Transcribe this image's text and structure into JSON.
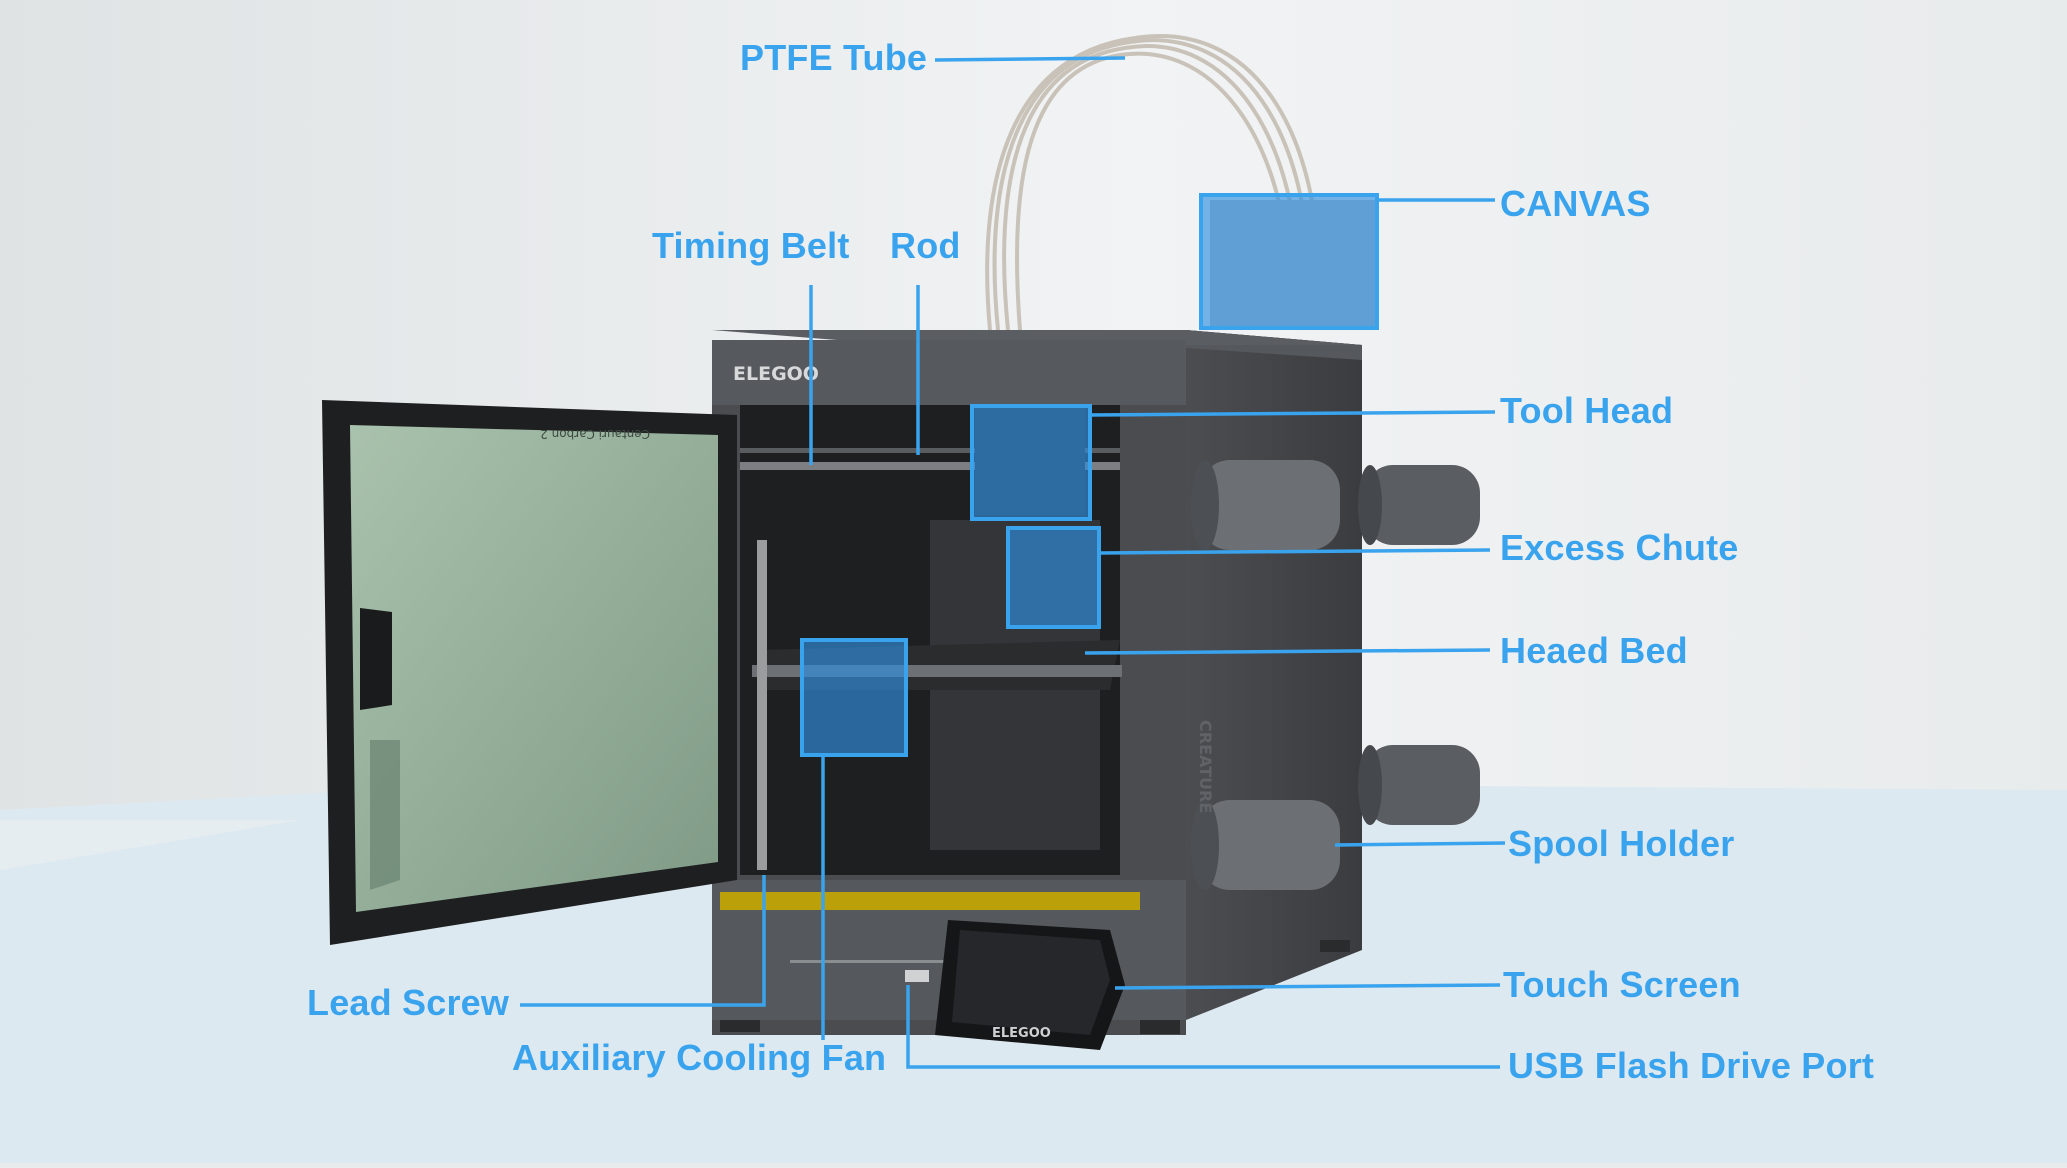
{
  "colors": {
    "callout": "#3aa3ee",
    "highlight_fill": "#2f8fe0",
    "printer_body": "#4a4c50",
    "background": "#e9eced",
    "table": "#d9e6ee"
  },
  "brand": {
    "front_logo": "ELEGOO",
    "screen_logo": "ELEGOO",
    "door_text": "Centauri Carbon 2",
    "side_text": "CREATURE"
  },
  "labels": {
    "ptfe_tube": "PTFE Tube",
    "canvas": "CANVAS",
    "timing_belt": "Timing Belt",
    "rod": "Rod",
    "tool_head": "Tool Head",
    "excess_chute": "Excess Chute",
    "heated_bed": "Heaed Bed",
    "spool_holder": "Spool Holder",
    "touch_screen": "Touch Screen",
    "usb_port": "USB Flash Drive Port",
    "lead_screw": "Lead Screw",
    "aux_fan": "Auxiliary Cooling Fan"
  }
}
